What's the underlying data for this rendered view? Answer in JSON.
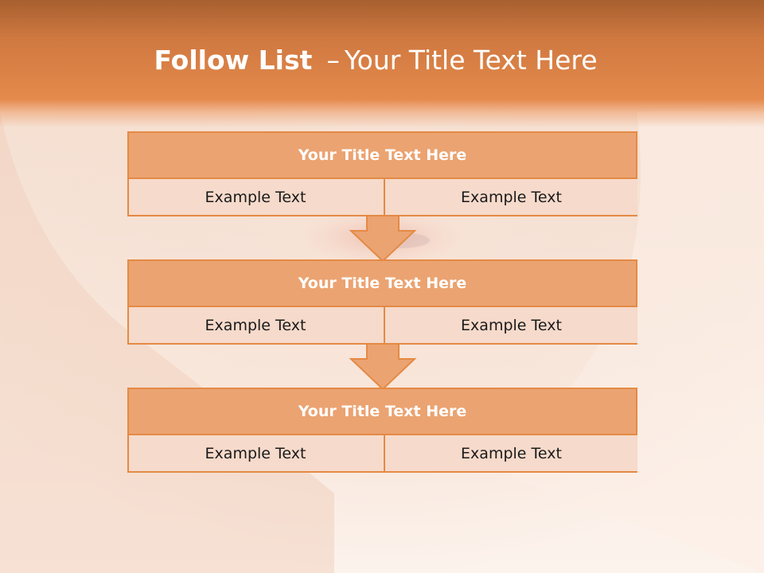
{
  "title": {
    "bold": "Follow List",
    "separator": "–",
    "rest": "Your Title Text Here"
  },
  "rows": [
    {
      "title": "Your Title Text Here",
      "left": "Example Text",
      "right": "Example Text"
    },
    {
      "title": "Your Title Text Here",
      "left": "Example Text",
      "right": "Example Text"
    },
    {
      "title": "Your Title Text Here",
      "left": "Example Text",
      "right": "Example Text"
    }
  ],
  "colors": {
    "accent": "#e48a45",
    "header_fill": "#eba371",
    "cell_fill": "#f6dacb",
    "arrow_fill": "#eba371"
  }
}
